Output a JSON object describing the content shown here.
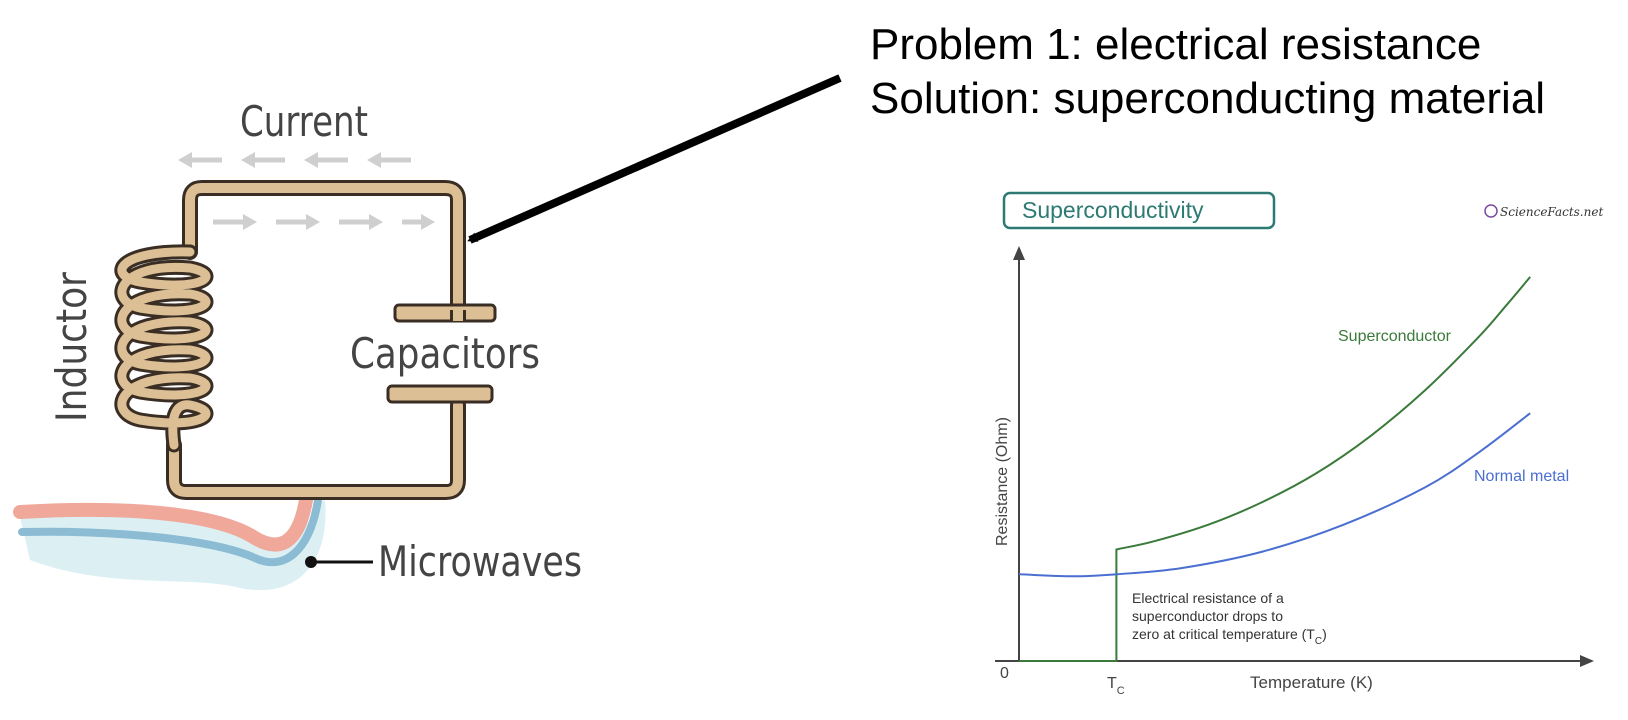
{
  "headline": {
    "line1": "Problem 1: electrical resistance",
    "line2": "Solution: superconducting material"
  },
  "circuit": {
    "current_label": "Current",
    "inductor_label": "Inductor",
    "capacitors_label": "Capacitors",
    "microwaves_label": "Microwaves",
    "wire_color": "#d9b98f",
    "arrow_color": "#c8c8c8"
  },
  "chart_data": {
    "type": "line",
    "badge_title": "Superconductivity",
    "logo_text": "ScienceFacts.net",
    "xlabel": "Temperature (K)",
    "ylabel": "Resistance (Ohm)",
    "origin_label": "0",
    "tc_label": "T",
    "tc_subscript": "C",
    "annotation": [
      "Electrical resistance of a",
      "superconductor drops to",
      "zero at critical temperature (T",
      "C",
      ")"
    ],
    "xlim": [
      0,
      100
    ],
    "ylim": [
      0,
      100
    ],
    "tc": 18,
    "series": [
      {
        "name": "Superconductor",
        "color": "#3a7a3a",
        "x": [
          0,
          18,
          18,
          25,
          35,
          45,
          55,
          65,
          75,
          85,
          90,
          94.5
        ],
        "y": [
          0,
          0,
          27,
          29,
          33,
          38.5,
          45.5,
          54.5,
          65.5,
          78.5,
          86,
          93
        ]
      },
      {
        "name": "Normal metal",
        "color": "#4a6fd0",
        "x": [
          0,
          10,
          18,
          30,
          45,
          60,
          75,
          85,
          94.5
        ],
        "y": [
          21,
          20.5,
          21,
          22.5,
          26.5,
          33,
          42,
          50.5,
          60
        ]
      }
    ]
  }
}
